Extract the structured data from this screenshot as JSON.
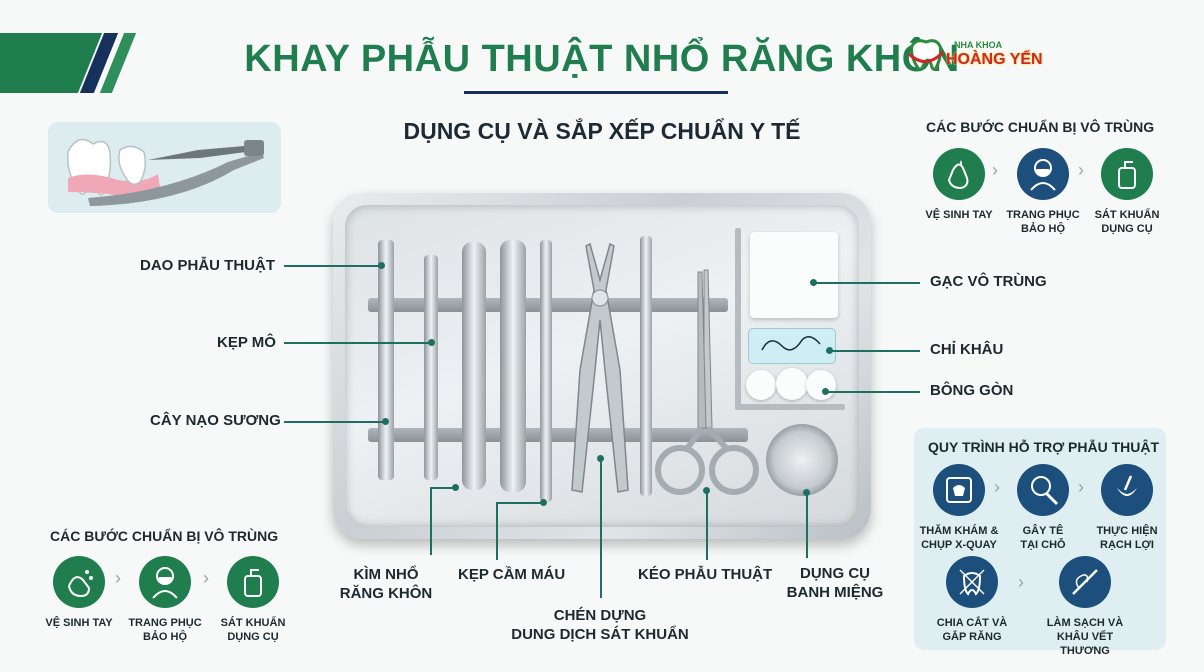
{
  "header": {
    "title": "KHAY PHẪU THUẬT NHỔ RĂNG KHÔN",
    "subtitle": "DỤNG CỤ VÀ SẮP XẾP CHUẨN Y TẾ",
    "brand_small": "NHA KHOA",
    "brand_name": "HOÀNG YẾN"
  },
  "instruments": {
    "scalpel": "DAO PHẪU THUẬT",
    "tissue_forceps": "KẸP MÔ",
    "elevator": "CÂY NẠO SƯƠNG",
    "extraction_forceps": [
      "KÌM NHỔ",
      "RĂNG KHÔN"
    ],
    "hemostat": "KẸP CẦM MÁU",
    "antiseptic_cup": [
      "CHÉN DỰNG",
      "DUNG DỊCH SÁT KHUẨN"
    ],
    "scissors": "KÉO PHẪU THUẬT",
    "mouth_prop": [
      "DỤNG CỤ",
      "BANH MIỆNG"
    ],
    "gauze": "GẠC VÔ TRÙNG",
    "suture": "CHỈ KHÂU",
    "cotton": "BÔNG GÒN"
  },
  "sterile_top": {
    "title": "CÁC BƯỚC CHUẨN BỊ VÔ TRÙNG",
    "steps": [
      {
        "label": [
          "VỆ SINH TAY"
        ],
        "icon": "hand-wash-icon"
      },
      {
        "label": [
          "TRANG PHỤC",
          "BẢO HỘ"
        ],
        "icon": "protective-gear-icon"
      },
      {
        "label": [
          "SÁT KHUẨN",
          "DỤNG CỤ"
        ],
        "icon": "sanitizer-icon"
      }
    ]
  },
  "sterile_bottom": {
    "title": "CÁC BƯỚC CHUẨN BỊ VÔ TRÙNG",
    "steps": [
      {
        "label": [
          "VỆ SINH TAY"
        ],
        "icon": "hand-wash-icon"
      },
      {
        "label": [
          "TRANG PHỤC",
          "BẢO HỘ"
        ],
        "icon": "protective-gear-icon"
      },
      {
        "label": [
          "SÁT KHUẨN",
          "DỤNG CỤ"
        ],
        "icon": "sanitizer-icon"
      }
    ]
  },
  "support": {
    "title": "QUY TRÌNH HỖ TRỢ PHẪU THUẬT",
    "steps": [
      {
        "label": [
          "THĂM KHÁM &",
          "CHỤP X-QUAY"
        ],
        "icon": "xray-icon"
      },
      {
        "label": [
          "GÂY TÊ",
          "TẠI CHỖ"
        ],
        "icon": "anesthesia-icon"
      },
      {
        "label": [
          "THỰC HIỆN",
          "RẠCH LỢI"
        ],
        "icon": "incision-icon"
      },
      {
        "label": [
          "CHIA CẮT VÀ",
          "GẮP RĂNG"
        ],
        "icon": "tooth-cutting-icon"
      },
      {
        "label": [
          "LÀM SẠCH VÀ",
          "KHÂU VẾT THƯƠNG"
        ],
        "icon": "suture-needle-icon"
      }
    ]
  },
  "colors": {
    "brand_green": "#1f7d4e",
    "navy": "#1d4f7c",
    "leader": "#1d6f63",
    "brand_red": "#d4232b"
  }
}
